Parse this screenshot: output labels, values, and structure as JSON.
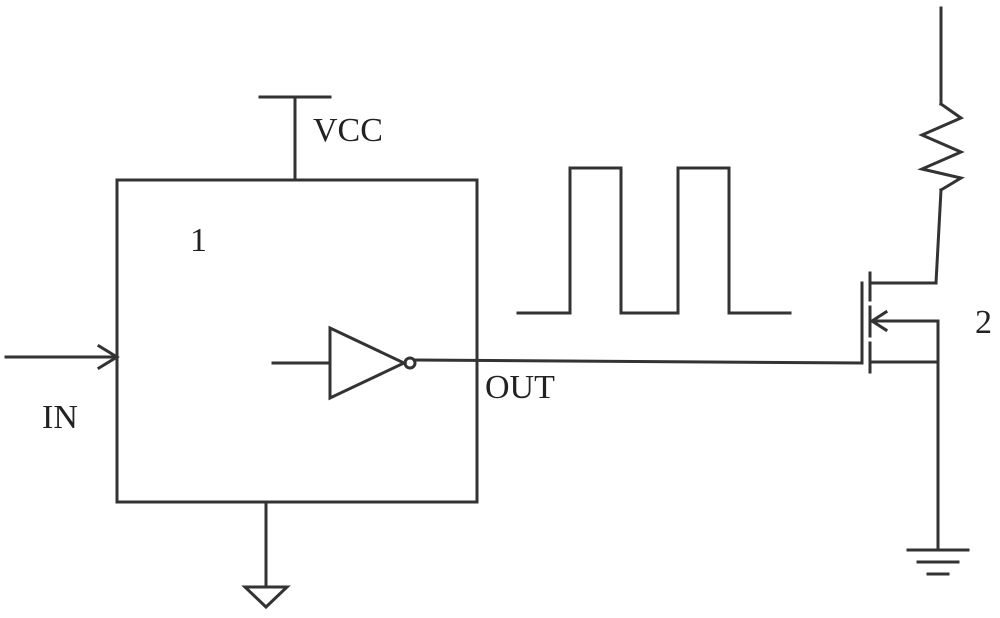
{
  "diagram": {
    "block_label": "1",
    "transistor_label": "2",
    "vcc_label": "VCC",
    "in_label": "IN",
    "out_label": "OUT"
  },
  "colors": {
    "line": "#333333",
    "background": "#ffffff"
  }
}
